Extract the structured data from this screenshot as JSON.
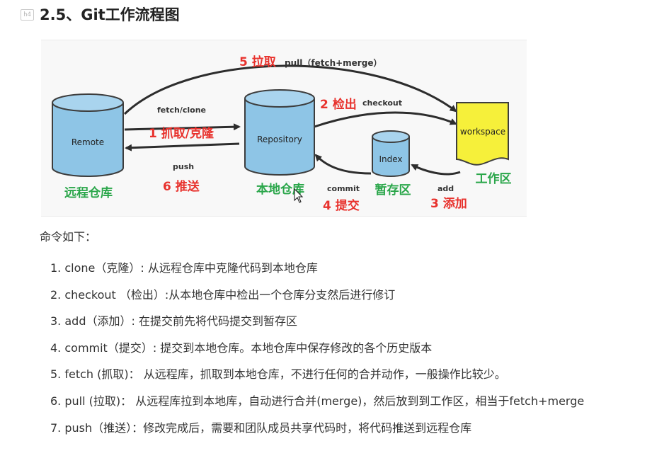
{
  "heading": {
    "badge": "h4",
    "title": "2.5、Git工作流程图"
  },
  "diagram": {
    "remote": {
      "label": "Remote",
      "cn": "远程仓库"
    },
    "repository": {
      "label": "Repository",
      "cn": "本地仓库"
    },
    "index": {
      "label": "Index",
      "cn": "暂存区"
    },
    "workspace": {
      "label": "workspace",
      "cn": "工作区"
    },
    "steps": {
      "s5": {
        "cn": "5 拉取",
        "en": "pull（fetch+merge）"
      },
      "s1": {
        "en": "fetch/clone",
        "cn": "1 抓取/克隆"
      },
      "s6": {
        "en": "push",
        "cn": "6 推送"
      },
      "s2": {
        "cn": "2 检出",
        "en": "checkout"
      },
      "s4": {
        "en": "commit",
        "cn": "4 提交"
      },
      "s3": {
        "en": "add",
        "cn": "3 添加"
      }
    },
    "colors": {
      "cylinder_fill": "#8ec5e6",
      "cylinder_stroke": "#3d3d3d",
      "workspace_fill": "#f6f03a",
      "label_red": "#e8322d",
      "label_green": "#2aa64a",
      "arrow": "#2d2d2d"
    }
  },
  "intro": "命令如下：",
  "commands": [
    "1. clone（克隆）: 从远程仓库中克隆代码到本地仓库",
    "2. checkout （检出）:从本地仓库中检出一个仓库分支然后进行修订",
    "3. add（添加）: 在提交前先将代码提交到暂存区",
    "4. commit（提交）: 提交到本地仓库。本地仓库中保存修改的各个历史版本",
    "5. fetch (抓取)： 从远程库，抓取到本地仓库，不进行任何的合并动作，一般操作比较少。",
    "6. pull (拉取)： 从远程库拉到本地库，自动进行合并(merge)，然后放到到工作区，相当于fetch+merge",
    "7. push（推送）：修改完成后，需要和团队成员共享代码时，将代码推送到远程仓库"
  ]
}
